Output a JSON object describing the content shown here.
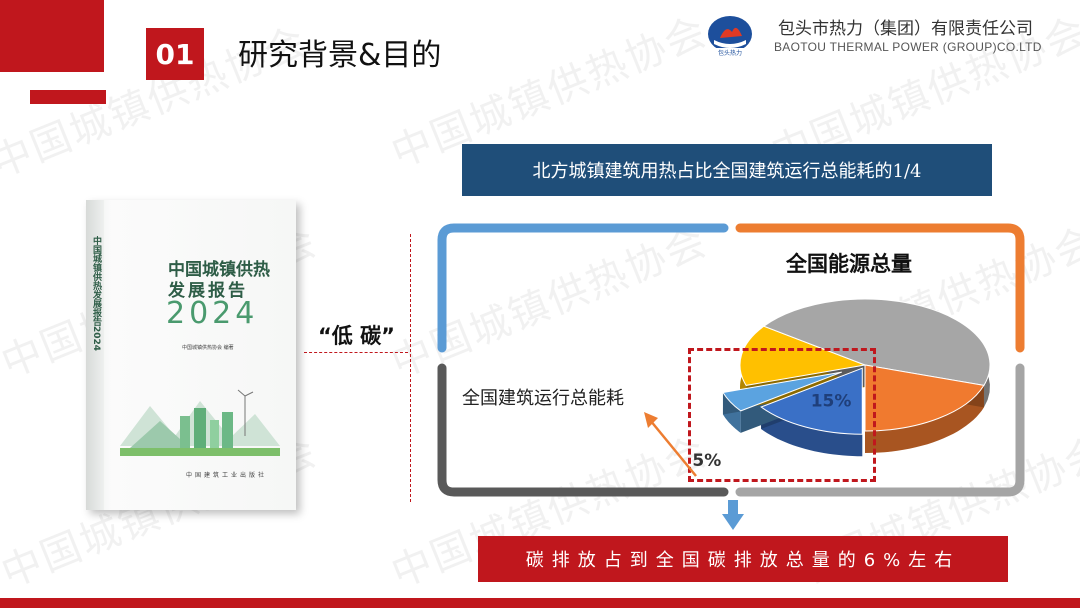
{
  "header": {
    "section_number": "01",
    "title": "研究背景&目的"
  },
  "company": {
    "name_cn": "包头市热力（集团）有限责任公司",
    "name_en": "BAOTOU THERMAL POWER (GROUP)CO.LTD",
    "logo_text": "包头热力"
  },
  "watermark": "中国城镇供热协会",
  "book": {
    "title_line1": "中国城镇供热",
    "title_line2": "发展报告",
    "year": "2024",
    "spine_text": "中国城镇供热发展报告2024",
    "publisher_small": "中国城镇供热协会 编著",
    "bottom_text": "中国建筑工业出版社"
  },
  "low_carbon_label": "“低 碳”",
  "top_banner": "北方城镇建筑用热占比全国建筑运行总能耗的1/4",
  "chart_data": {
    "type": "pie",
    "title": "全国能源总量",
    "slices": [
      {
        "label": "15%",
        "value": 15,
        "color": "#3a70c6"
      },
      {
        "label": "5%",
        "value": 5,
        "color": "#5ba3e0"
      },
      {
        "label": "",
        "value": 15,
        "color": "#ffc000"
      },
      {
        "label": "",
        "value": 45,
        "color": "#a6a6a6"
      },
      {
        "label": "",
        "value": 20,
        "color": "#f07a2f"
      }
    ],
    "annotation": "全国建筑运行总能耗"
  },
  "bottom_banner": "碳排放占到全国碳排放总量的6%左右",
  "colors": {
    "brand_red": "#c0171d",
    "banner_blue": "#1f4e79",
    "bracket_blue": "#5b9bd5",
    "bracket_orange": "#ed7d31",
    "bracket_gray": "#a5a5a5",
    "bracket_dark": "#595959"
  }
}
